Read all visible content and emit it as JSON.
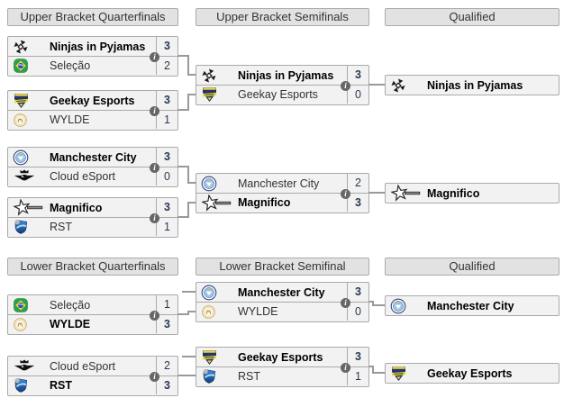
{
  "labels": {
    "info": "i"
  },
  "colors": {
    "header_bg": "#e2e2e2",
    "box_bg": "#f2f2f2",
    "border": "#aaaaaa",
    "connector": "#999999",
    "score_text": "#2b3a52",
    "info_bg": "#666666"
  },
  "upper": {
    "quarterfinals": {
      "header": "Upper Bracket Quarterfinals",
      "matches": [
        {
          "top": {
            "team": "Ninjas in Pyjamas",
            "score": "3",
            "winner": true
          },
          "bottom": {
            "team": "Seleção",
            "score": "2",
            "winner": false
          }
        },
        {
          "top": {
            "team": "Geekay Esports",
            "score": "3",
            "winner": true
          },
          "bottom": {
            "team": "WYLDE",
            "score": "1",
            "winner": false
          }
        },
        {
          "top": {
            "team": "Manchester City",
            "score": "3",
            "winner": true
          },
          "bottom": {
            "team": "Cloud eSport",
            "score": "0",
            "winner": false
          }
        },
        {
          "top": {
            "team": "Magnifico",
            "score": "3",
            "winner": true
          },
          "bottom": {
            "team": "RST",
            "score": "1",
            "winner": false
          }
        }
      ]
    },
    "semifinals": {
      "header": "Upper Bracket Semifinals",
      "matches": [
        {
          "top": {
            "team": "Ninjas in Pyjamas",
            "score": "3",
            "winner": true
          },
          "bottom": {
            "team": "Geekay Esports",
            "score": "0",
            "winner": false
          }
        },
        {
          "top": {
            "team": "Manchester City",
            "score": "2",
            "winner": false
          },
          "bottom": {
            "team": "Magnifico",
            "score": "3",
            "winner": true
          }
        }
      ]
    },
    "qualified": {
      "header": "Qualified",
      "teams": [
        "Ninjas in Pyjamas",
        "Magnifico"
      ]
    }
  },
  "lower": {
    "quarterfinals": {
      "header": "Lower Bracket Quarterfinals",
      "matches": [
        {
          "top": {
            "team": "Seleção",
            "score": "1",
            "winner": false
          },
          "bottom": {
            "team": "WYLDE",
            "score": "3",
            "winner": true
          }
        },
        {
          "top": {
            "team": "Cloud eSport",
            "score": "2",
            "winner": false
          },
          "bottom": {
            "team": "RST",
            "score": "3",
            "winner": true
          }
        }
      ]
    },
    "semifinal": {
      "header": "Lower Bracket Semifinal",
      "matches": [
        {
          "top": {
            "team": "Manchester City",
            "score": "3",
            "winner": true
          },
          "bottom": {
            "team": "WYLDE",
            "score": "0",
            "winner": false
          }
        },
        {
          "top": {
            "team": "Geekay Esports",
            "score": "3",
            "winner": true
          },
          "bottom": {
            "team": "RST",
            "score": "1",
            "winner": false
          }
        }
      ]
    },
    "qualified": {
      "header": "Qualified",
      "teams": [
        "Manchester City",
        "Geekay Esports"
      ]
    }
  }
}
